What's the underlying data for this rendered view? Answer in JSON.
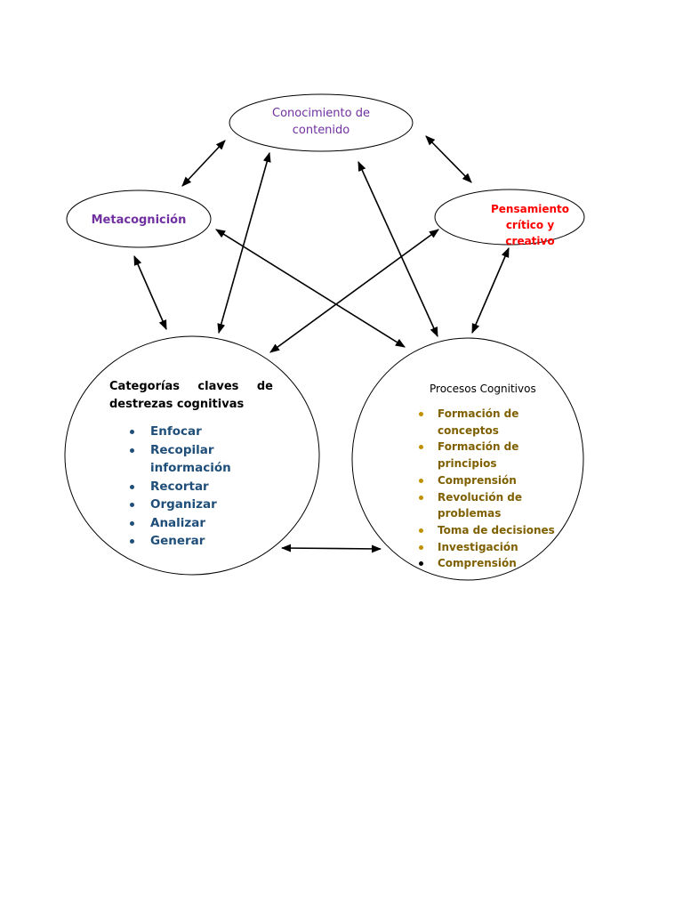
{
  "nodes": {
    "conocimiento": "Conocimiento de contenido",
    "metacognicion": "Metacognición",
    "pensamiento": "Pensamiento crítico y creativo"
  },
  "categorias": {
    "heading": "Categorías claves de destrezas cognitivas",
    "items": [
      "Enfocar",
      "Recopilar información",
      "Recortar",
      "Organizar",
      "Analizar",
      "Generar"
    ]
  },
  "procesos": {
    "heading": "Procesos Cognitivos",
    "items": [
      "Formación de conceptos",
      "Formación de principios",
      "Comprensión",
      "Revolución de problemas",
      "Toma de decisiones",
      "Investigación",
      "Comprensión"
    ]
  },
  "colors": {
    "purple": "#7030a0",
    "red": "#ff0000",
    "blue": "#1f4e79",
    "brown": "#7f6000",
    "bullet_gold": "#bf9000"
  }
}
